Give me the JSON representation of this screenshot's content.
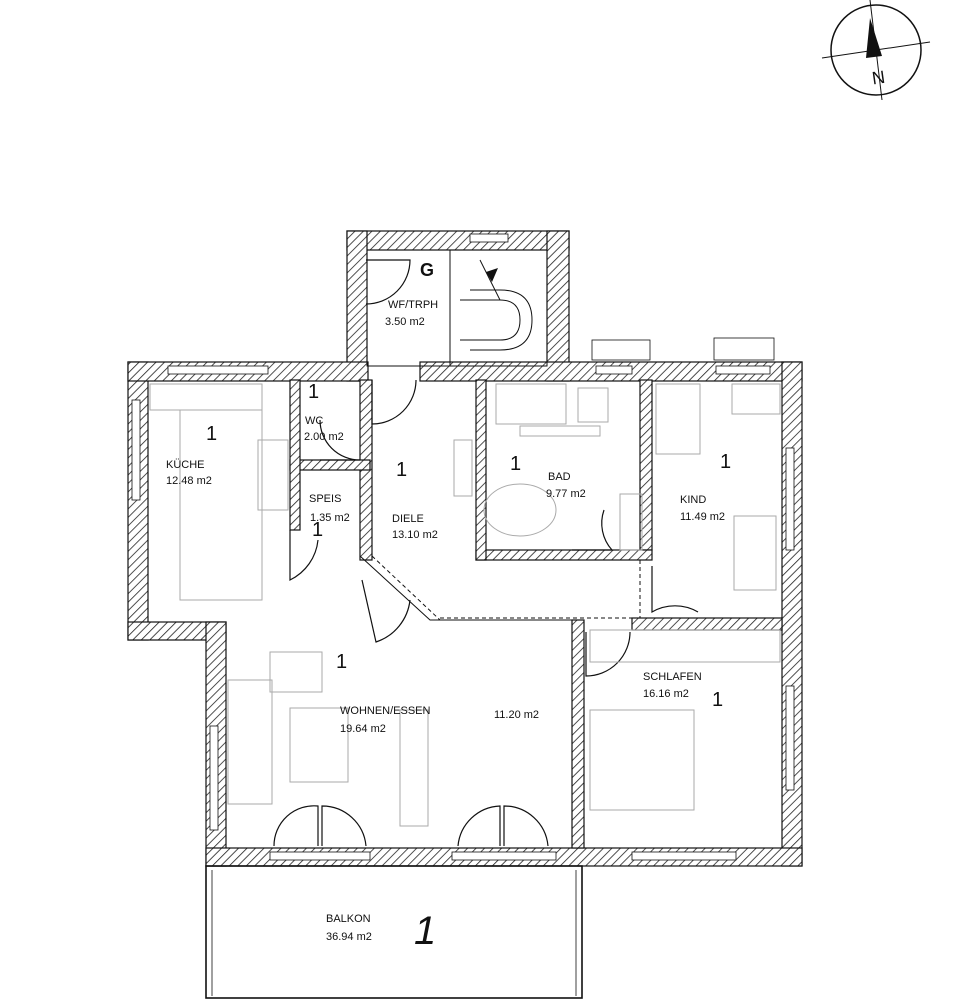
{
  "compass": {
    "letter": "N"
  },
  "rooms": [
    {
      "id": "wf",
      "name": "WF/TRPH",
      "area": "3.50 m2",
      "mark": "G"
    },
    {
      "id": "kueche",
      "name": "KÜCHE",
      "area": "12.48 m2",
      "mark": "1"
    },
    {
      "id": "wc",
      "name": "WC",
      "area": "2.00 m2",
      "mark": "1"
    },
    {
      "id": "speis",
      "name": "SPEIS",
      "area": "1.35 m2",
      "mark": "1"
    },
    {
      "id": "diele",
      "name": "DIELE",
      "area": "13.10 m2",
      "mark": "1"
    },
    {
      "id": "bad",
      "name": "BAD",
      "area": "9.77 m2",
      "mark": "1"
    },
    {
      "id": "kind",
      "name": "KIND",
      "area": "11.49 m2",
      "mark": "1"
    },
    {
      "id": "wohnen",
      "name": "WOHNEN/ESSEN",
      "area": "19.64 m2",
      "mark": "1"
    },
    {
      "id": "essen",
      "name": "",
      "area": "11.20 m2",
      "mark": ""
    },
    {
      "id": "schlafen",
      "name": "SCHLAFEN",
      "area": "16.16 m2",
      "mark": "1"
    },
    {
      "id": "balkon",
      "name": "BALKON",
      "area": "36.94 m2",
      "mark": "1"
    }
  ]
}
